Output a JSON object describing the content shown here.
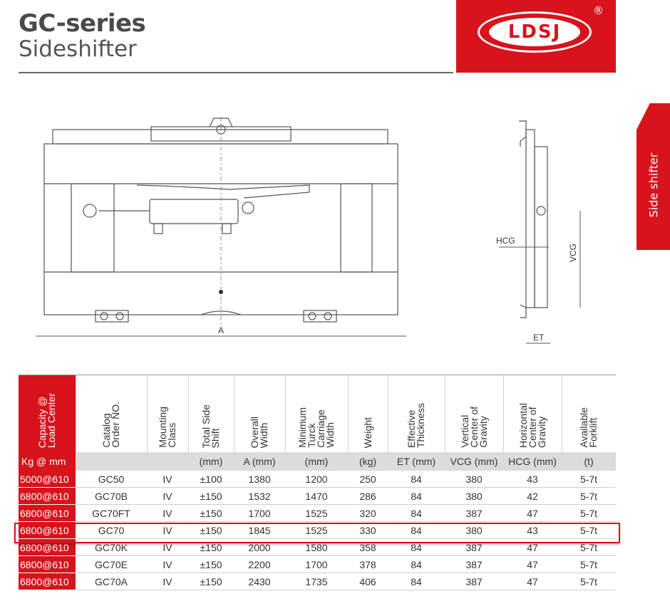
{
  "header": {
    "title": "GC-series",
    "subtitle": "Sideshifter"
  },
  "logo": {
    "text": "LDSJ",
    "registered": "®"
  },
  "side_tab": {
    "label": "Side shifter"
  },
  "drawing": {
    "front_dim_label": "A",
    "side_labels": {
      "hcg": "HCG",
      "vcg": "VCG",
      "et": "ET"
    }
  },
  "table": {
    "headers": [
      "Capacity @\nLoad Center",
      "Catalog\nOrder NO.",
      "Mounting\nClass",
      "Total Side\nShift",
      "Overall\nWidth",
      "Minimum\nTurck\nCarriage\nWidth",
      "Weight",
      "Effective\nThickness",
      "Vertical\nCenter of\nGravity",
      "Horizontal\nCenter of\nGravity",
      "Available\nForklift"
    ],
    "units": [
      "Kg @ mm",
      "",
      "",
      "(mm)",
      "A (mm)",
      "(mm)",
      "(kg)",
      "ET (mm)",
      "VCG (mm)",
      "HCG (mm)",
      "(t)"
    ],
    "rows": [
      [
        "5000@610",
        "GC50",
        "IV",
        "±100",
        "1380",
        "1200",
        "250",
        "84",
        "380",
        "43",
        "5-7t"
      ],
      [
        "6800@610",
        "GC70B",
        "IV",
        "±150",
        "1532",
        "1470",
        "286",
        "84",
        "380",
        "42",
        "5-7t"
      ],
      [
        "6800@610",
        "GC70FT",
        "IV",
        "±150",
        "1700",
        "1525",
        "320",
        "84",
        "387",
        "47",
        "5-7t"
      ],
      [
        "6800@610",
        "GC70",
        "IV",
        "±150",
        "1845",
        "1525",
        "330",
        "84",
        "380",
        "43",
        "5-7t"
      ],
      [
        "6800@610",
        "GC70K",
        "IV",
        "±150",
        "2000",
        "1580",
        "358",
        "84",
        "387",
        "47",
        "5-7t"
      ],
      [
        "6800@610",
        "GC70E",
        "IV",
        "±150",
        "2200",
        "1700",
        "378",
        "84",
        "387",
        "47",
        "5-7t"
      ],
      [
        "6800@610",
        "GC70A",
        "IV",
        "±150",
        "2430",
        "1735",
        "406",
        "84",
        "387",
        "47",
        "5-7t"
      ]
    ],
    "highlighted_row": 3
  },
  "colors": {
    "brand_red": "#d7131c",
    "unit_row_gray": "#dcdcdc",
    "text_dark": "#333333"
  }
}
